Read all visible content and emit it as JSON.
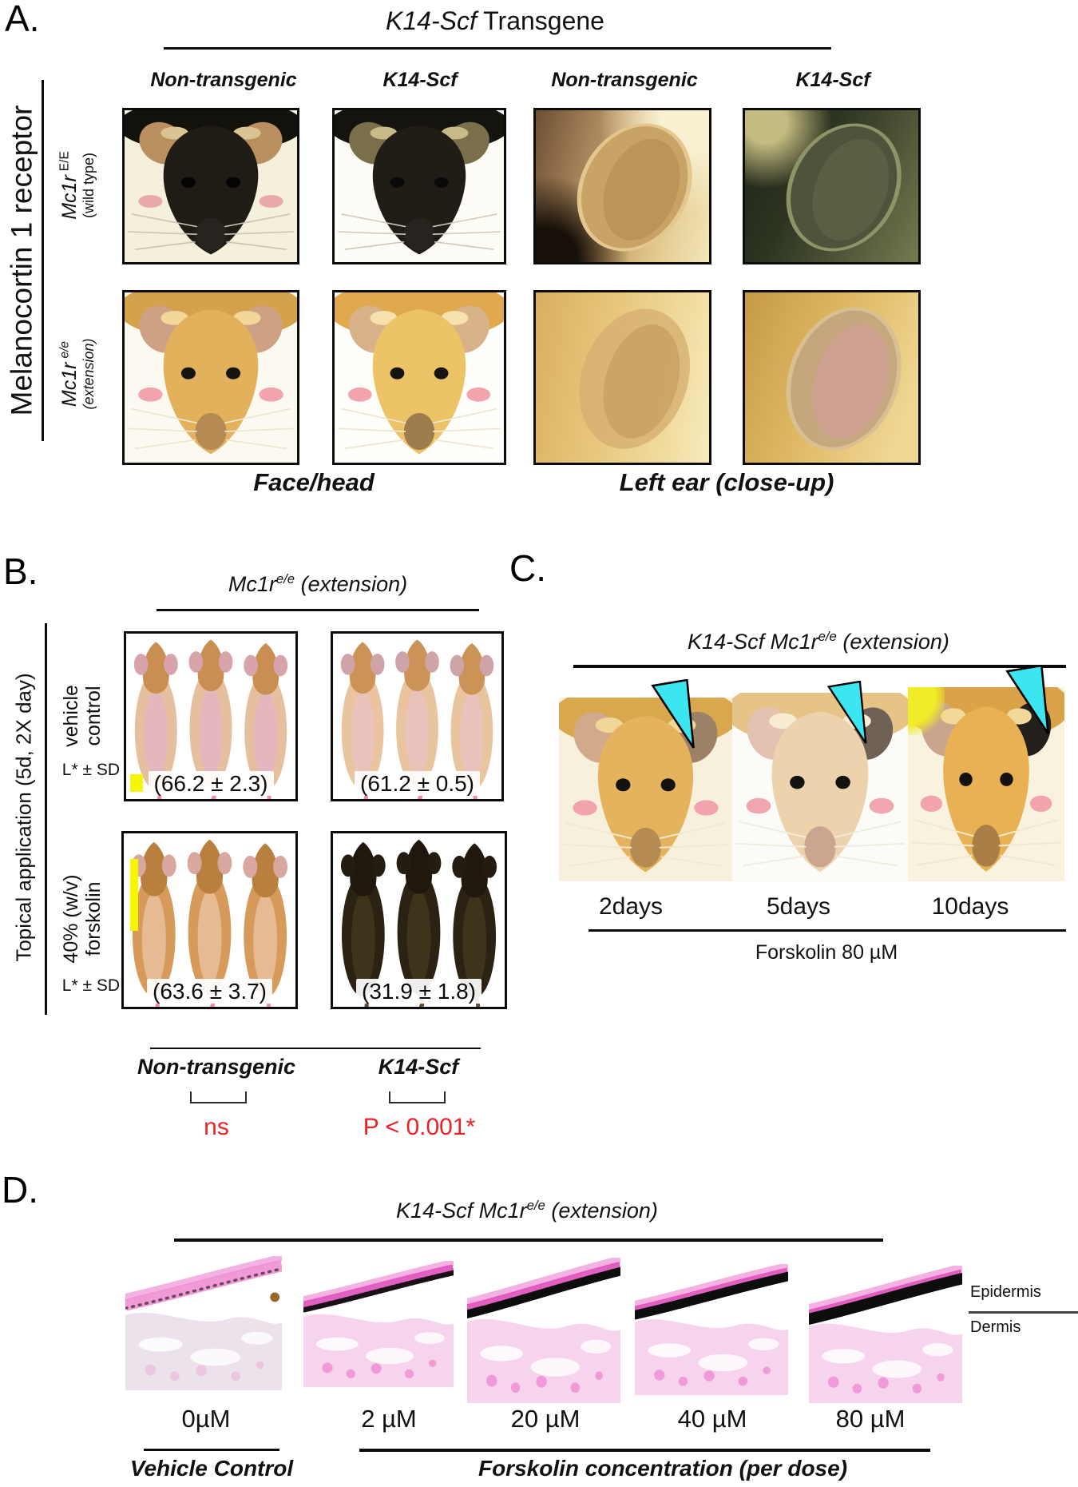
{
  "colors": {
    "stat_red": "#ec2227",
    "arrowhead_cyan": "#3ce6f0",
    "marker_yellow": "#f6f600"
  },
  "panel_a": {
    "label": "A.",
    "title_italic": "K14-Scf",
    "title_rest": " Transgene",
    "column_labels": [
      "Non-transgenic",
      "K14-Scf",
      "Non-transgenic",
      "K14-Scf"
    ],
    "side_axis": "Melanocortin 1 receptor",
    "rows": [
      {
        "gene": "Mc1r",
        "allele": "E/E",
        "note": "(wild type)"
      },
      {
        "gene": "Mc1r",
        "allele": "e/e",
        "note": "(extension)"
      }
    ],
    "group_labels": [
      "Face/head",
      "Left ear (close-up)"
    ]
  },
  "panel_b": {
    "label": "B.",
    "title": {
      "gene": "Mc1r",
      "sup": "e/e",
      "rest": " (extension)"
    },
    "side_axis": "Topical application (5d, 2X day)",
    "row_labels": [
      [
        "vehicle",
        "control"
      ],
      [
        "40% (w/v)",
        "forskolin"
      ]
    ],
    "lstar": "L* ± SD",
    "values": [
      [
        "(66.2 ± 2.3)",
        "(61.2 ± 0.5)"
      ],
      [
        "(63.6 ± 3.7)",
        "(31.9 ± 1.8)"
      ]
    ],
    "group_labels": [
      "Non-transgenic",
      "K14-Scf"
    ],
    "stats": [
      "ns",
      "P < 0.001*"
    ]
  },
  "panel_c": {
    "label": "C.",
    "title": {
      "prefix": "K14-Scf Mc1r",
      "sup": "e/e",
      "rest": " (extension)"
    },
    "time_labels": [
      "2days",
      "5days",
      "10days"
    ],
    "caption": "Forskolin 80 µM"
  },
  "panel_d": {
    "label": "D.",
    "title": {
      "prefix": "K14-Scf Mc1r",
      "sup": "e/e",
      "rest": " (extension)"
    },
    "dose_labels": [
      "0µM",
      "2 µM",
      "20 µM",
      "40 µM",
      "80 µM"
    ],
    "layers": [
      "Epidermis",
      "Dermis"
    ],
    "captions": [
      "Vehicle Control",
      "Forskolin concentration (per dose)"
    ]
  }
}
